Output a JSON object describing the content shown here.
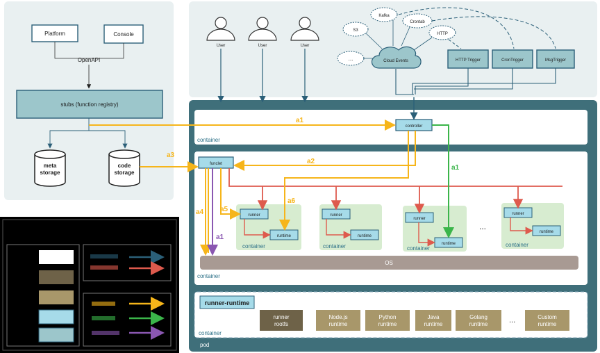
{
  "colors": {
    "pod_bg": "#3f6f7a",
    "panel_bg": "#e9f0f1",
    "runner_fill": "#a6dbe9",
    "runtime_fill": "#a6dbe9",
    "container_green": "#d7ecd0",
    "os_fill": "#a89a93",
    "arrow_yellow": "#f6b51a",
    "arrow_red": "#de5a4d",
    "arrow_green": "#3bb54a",
    "arrow_purple": "#8a57b1",
    "arrow_darkblue": "#2b5f78",
    "brown": "#8b7c53"
  },
  "top_left": {
    "platform": "Platform",
    "console": "Console",
    "openapi": "OpenAPI",
    "stubs": "stubs (function registry)",
    "meta_storage": [
      "meta",
      "storage"
    ],
    "code_storage": [
      "code",
      "storage"
    ]
  },
  "users": [
    "User",
    "User",
    "User"
  ],
  "events": {
    "kafka": "Kafka",
    "crontab": "Crontab",
    "s3": "S3",
    "http": "HTTP",
    "more": "...",
    "cloud_events": "Cloud Events",
    "http_trigger": "HTTP Trigger",
    "cron_trigger": "CronTrigger",
    "msg_trigger": "MsgTrigger"
  },
  "pod": {
    "label": "pod",
    "container_label": "container",
    "controller": "controller",
    "funclet": "funclet",
    "runner": "runner",
    "runtime": "runtime",
    "os": "OS",
    "ellipsis": "...",
    "arrows": {
      "a1_top": "a1",
      "a1_green": "a1",
      "a2": "a2",
      "a3": "a3",
      "a4": "a4",
      "a5": "a5",
      "a6": "a6",
      "a1_purple": "a1"
    },
    "runner_runtime": {
      "title": "runner-runtime",
      "items": [
        [
          "runner",
          "rootfs"
        ],
        [
          "Node.js",
          "runtime"
        ],
        [
          "Python",
          "runtime"
        ],
        [
          "Java",
          "runtime"
        ],
        [
          "Golang",
          "runtime"
        ],
        [
          "Custom",
          "runtime"
        ]
      ],
      "ellipsis": "..."
    }
  },
  "legend": {
    "swatches": [
      "#ffffff",
      "#6e6248",
      "#a8976a",
      "#a6dbe9",
      "#9cc6cb"
    ],
    "arrow_colors": [
      "#2b5f78",
      "#de5a4d",
      "#f6b51a",
      "#3bb54a",
      "#8a57b1"
    ]
  }
}
